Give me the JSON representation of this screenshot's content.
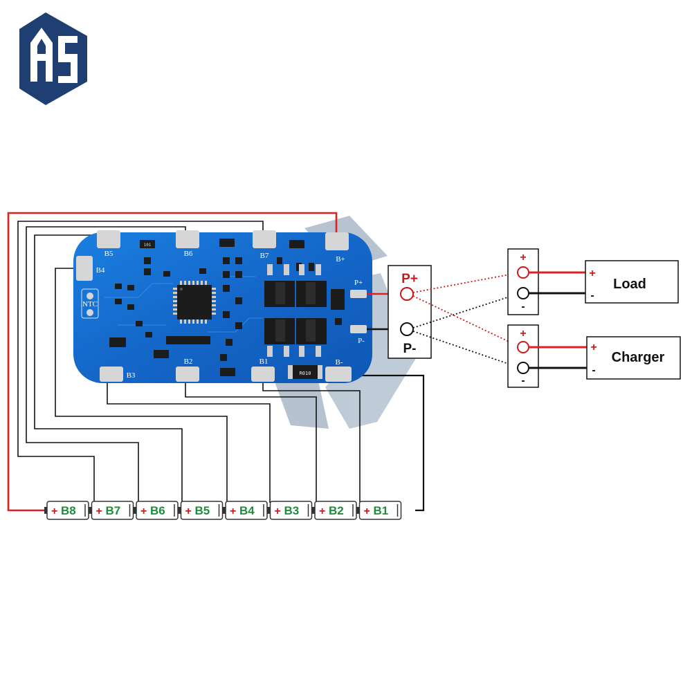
{
  "logo": {
    "text": "HS"
  },
  "pcb": {
    "pads_top": [
      "B5",
      "B6",
      "B7",
      "B+"
    ],
    "pads_bottom": [
      "B3",
      "B2",
      "B1",
      "B-"
    ],
    "pad_left": "B4",
    "ntc": "NTC",
    "p_plus": "P+",
    "p_minus": "P-",
    "resistor_small": "101",
    "resistor_large": "R010"
  },
  "terminal_box": {
    "plus": "P+",
    "minus": "P-"
  },
  "cells": [
    "B8",
    "B7",
    "B6",
    "B5",
    "B4",
    "B3",
    "B2",
    "B1"
  ],
  "load": {
    "label": "Load",
    "plus": "+",
    "minus": "-"
  },
  "charger": {
    "label": "Charger",
    "plus": "+",
    "minus": "-"
  },
  "colors": {
    "pcb": "#1467c9",
    "wire_red": "#e02020",
    "wire_black": "#111111",
    "label_red": "#c81818",
    "label_green": "#1e8c3a"
  }
}
